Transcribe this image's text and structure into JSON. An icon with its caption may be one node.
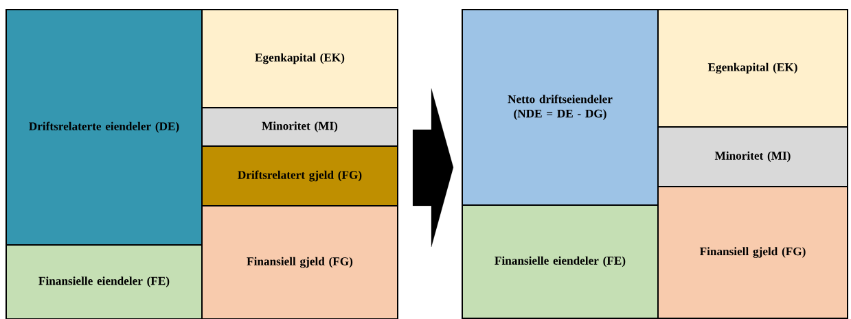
{
  "diagram": {
    "nodes": [
      {
        "text": [],
        "shape": "box"
      },
      {
        "text": [
          "Driftsrelaterte eiendeler (DE)"
        ],
        "in": 0
      },
      {
        "text": [
          "Finansielle eiendeler (FE)"
        ],
        "in": 0
      },
      {
        "text": [
          "Egenkapital (EK)"
        ],
        "in": 0
      },
      {
        "text": [
          "Minoritet (MI)"
        ],
        "in": 0
      },
      {
        "text": [
          "Driftsrelatert gjeld (FG)"
        ],
        "in": 0
      },
      {
        "text": [
          "Finansiell gjeld (FG)"
        ],
        "in": 0
      },
      {
        "text": [],
        "shape": "box"
      },
      {
        "text": [
          "Netto driftseiendeler (NDE = DE - DG)"
        ],
        "in": 7
      },
      {
        "text": [
          "Finansielle eiendeler (FE)"
        ],
        "in": 7
      },
      {
        "text": [
          "Egenkapital (EK)"
        ],
        "in": 7
      },
      {
        "text": [
          "Minoritet (MI)"
        ],
        "in": 7
      },
      {
        "text": [
          "Finansiell gjeld (FG)"
        ],
        "in": 7
      }
    ],
    "edges": [
      {
        "from": 0,
        "to": 7,
        "arrow": "to",
        "style": "thick"
      }
    ]
  }
}
